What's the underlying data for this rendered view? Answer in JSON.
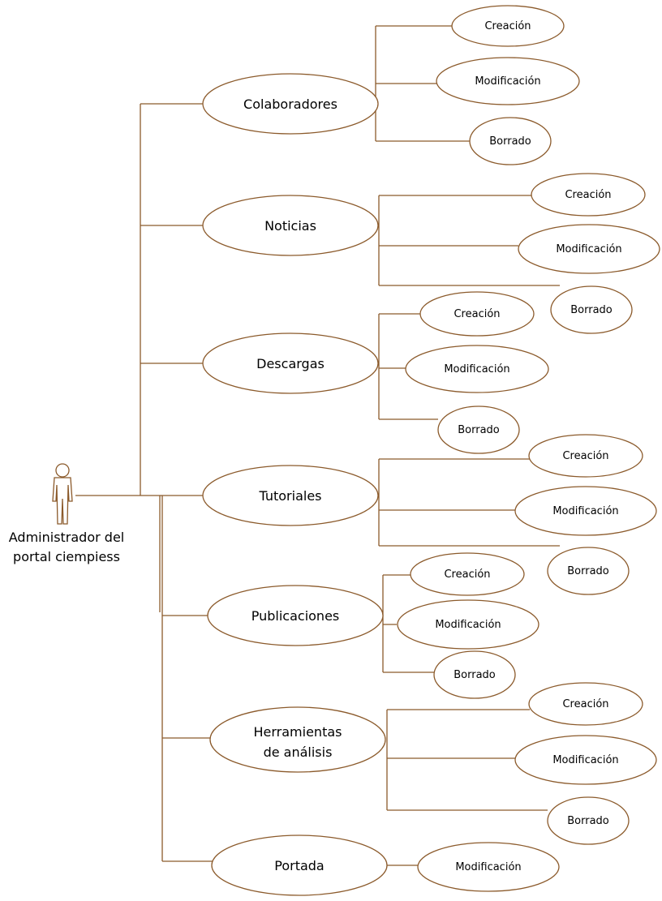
{
  "actor": {
    "label_line1": "Administrador del",
    "label_line2": "portal ciempiess"
  },
  "use_cases": {
    "colaboradores": {
      "label": "Colaboradores",
      "creacion": "Creación",
      "modificacion": "Modificación",
      "borrado": "Borrado"
    },
    "noticias": {
      "label": "Noticias",
      "creacion": "Creación",
      "modificacion": "Modificación",
      "borrado": "Borrado"
    },
    "descargas": {
      "label": "Descargas",
      "creacion": "Creación",
      "modificacion": "Modificación",
      "borrado": "Borrado"
    },
    "tutoriales": {
      "label": "Tutoriales",
      "creacion": "Creación",
      "modificacion": "Modificación",
      "borrado": "Borrado"
    },
    "publicaciones": {
      "label": "Publicaciones",
      "creacion": "Creación",
      "modificacion": "Modificación",
      "borrado": "Borrado"
    },
    "herramientas": {
      "label_line1": "Herramientas",
      "label_line2": "de análisis",
      "creacion": "Creación",
      "modificacion": "Modificación",
      "borrado": "Borrado"
    },
    "portada": {
      "label": "Portada",
      "modificacion": "Modificación"
    }
  },
  "colors": {
    "line": "#8b5a2b"
  }
}
